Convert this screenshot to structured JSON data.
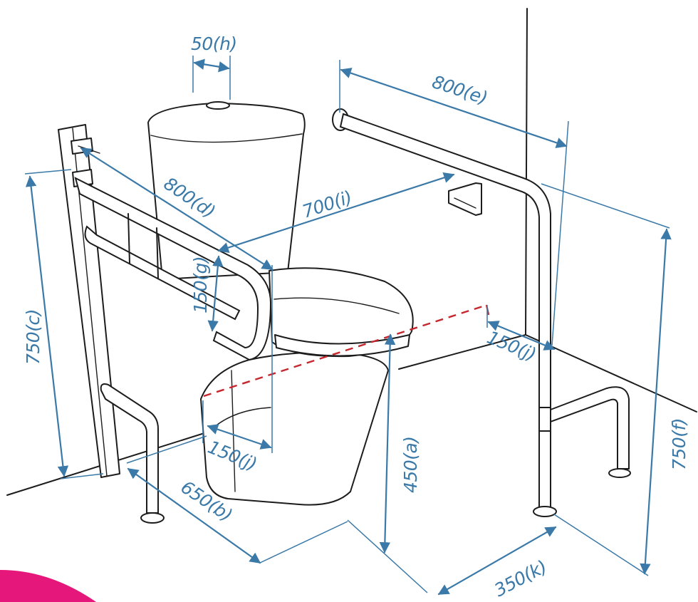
{
  "dimensions": {
    "a": "450(a)",
    "b": "650(b)",
    "c": "750(c)",
    "d": "800(d)",
    "e": "800(e)",
    "f": "750(f)",
    "g": "150(g)",
    "h": "50(h)",
    "i": "700(i)",
    "j_front": "150(j)",
    "j_back": "150(j)",
    "k": "350(k)"
  },
  "colors": {
    "dimension_lines": "#3a79a8",
    "centerline_dashes": "#c6262e",
    "drawing_lines": "#1c1c1c",
    "accent_corner": "#e6177a"
  }
}
